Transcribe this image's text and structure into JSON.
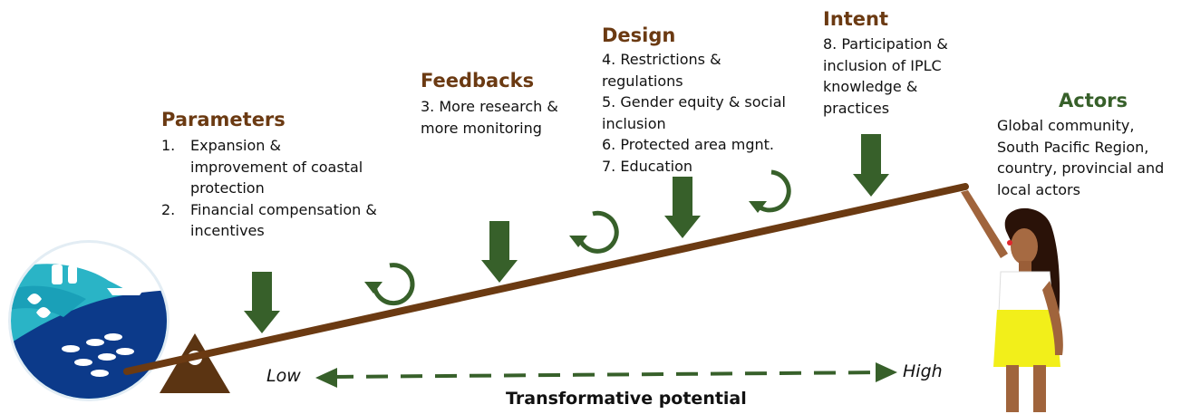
{
  "colors": {
    "heading_brown": "#6b3a12",
    "actors_green": "#37602a",
    "arrow_green": "#37602a",
    "lever_brown": "#6b3a12",
    "text": "#111111"
  },
  "parameters": {
    "heading": "Parameters",
    "items": [
      {
        "num": "1.",
        "lines": [
          "Expansion &",
          "improvement of coastal",
          "protection"
        ]
      },
      {
        "num": "2.",
        "lines": [
          "Financial compensation &",
          "incentives"
        ]
      }
    ]
  },
  "feedbacks": {
    "heading": "Feedbacks",
    "lines": [
      "3. More research &",
      "more monitoring"
    ]
  },
  "design": {
    "heading": "Design",
    "lines": [
      "4. Restrictions &",
      "regulations",
      "5. Gender equity & social",
      "inclusion",
      "6. Protected area mgnt.",
      "7. Education"
    ]
  },
  "intent": {
    "heading": "Intent",
    "lines": [
      "8. Participation &",
      "inclusion of IPLC",
      "knowledge &",
      "practices"
    ]
  },
  "actors": {
    "heading": "Actors",
    "lines": [
      "Global community,",
      "South Pacific Region,",
      "country, provincial and",
      "local actors"
    ]
  },
  "axis": {
    "low": "Low",
    "high": "High",
    "title": "Transformative potential"
  },
  "icons": {
    "down_arrow": "down-arrow-icon",
    "feedback_loop": "circular-arrow-icon",
    "fulcrum": "fulcrum-triangle-icon",
    "island": "island-community-icon",
    "person": "woman-lifting-lever-icon"
  }
}
